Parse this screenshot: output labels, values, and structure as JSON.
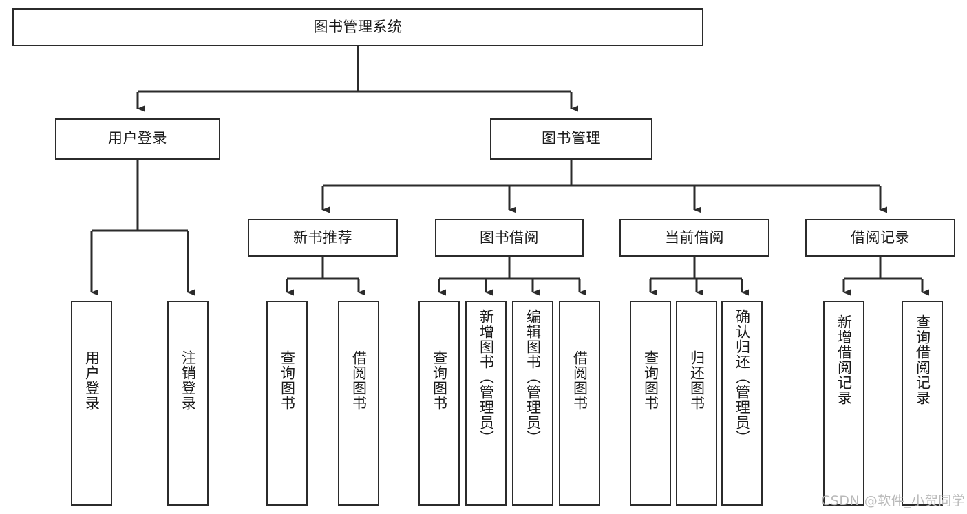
{
  "diagram": {
    "title": "图书管理系统",
    "watermark": "CSDN @软件_小贺同学",
    "line_color": "#2b2b2b",
    "box_border_color": "#2b2b2b",
    "box_fill_color": "#ffffff",
    "background_color": "#ffffff",
    "text_color": "#1a1a1a",
    "type": "tree",
    "root": {
      "id": "root",
      "label": "图书管理系统",
      "orientation": "horizontal"
    },
    "level2": [
      {
        "id": "user-login",
        "label": "用户登录",
        "orientation": "horizontal"
      },
      {
        "id": "book-manage",
        "label": "图书管理",
        "orientation": "horizontal"
      }
    ],
    "level3": [
      {
        "id": "new-book-recommend",
        "label": "新书推荐",
        "orientation": "horizontal",
        "parent": "book-manage"
      },
      {
        "id": "book-borrow",
        "label": "图书借阅",
        "orientation": "horizontal",
        "parent": "book-manage"
      },
      {
        "id": "current-borrow",
        "label": "当前借阅",
        "orientation": "horizontal",
        "parent": "book-manage"
      },
      {
        "id": "borrow-record",
        "label": "借阅记录",
        "orientation": "horizontal",
        "parent": "book-manage"
      }
    ],
    "leaves": [
      {
        "id": "leaf-user-login",
        "label": "用户登录",
        "orientation": "vertical",
        "parent": "user-login"
      },
      {
        "id": "leaf-logout-login",
        "label": "注销登录",
        "orientation": "vertical",
        "parent": "user-login"
      },
      {
        "id": "leaf-query-book-1",
        "label": "查询图书",
        "orientation": "vertical",
        "parent": "new-book-recommend"
      },
      {
        "id": "leaf-borrow-book-1",
        "label": "借阅图书",
        "orientation": "vertical",
        "parent": "new-book-recommend"
      },
      {
        "id": "leaf-query-book-2",
        "label": "查询图书",
        "orientation": "vertical",
        "parent": "book-borrow"
      },
      {
        "id": "leaf-add-book",
        "label": "新增图书（管理员）",
        "orientation": "vertical",
        "parent": "book-borrow"
      },
      {
        "id": "leaf-edit-book",
        "label": "编辑图书（管理员）",
        "orientation": "vertical",
        "parent": "book-borrow"
      },
      {
        "id": "leaf-borrow-book-2",
        "label": "借阅图书",
        "orientation": "vertical",
        "parent": "book-borrow"
      },
      {
        "id": "leaf-query-book-3",
        "label": "查询图书",
        "orientation": "vertical",
        "parent": "current-borrow"
      },
      {
        "id": "leaf-return-book",
        "label": "归还图书",
        "orientation": "vertical",
        "parent": "current-borrow"
      },
      {
        "id": "leaf-confirm-return",
        "label": "确认归还（管理员）",
        "orientation": "vertical",
        "parent": "current-borrow"
      },
      {
        "id": "leaf-add-borrow-record",
        "label": "新增借阅记录",
        "orientation": "vertical",
        "parent": "borrow-record"
      },
      {
        "id": "leaf-query-borrow-record",
        "label": "查询借阅记录",
        "orientation": "vertical",
        "parent": "borrow-record"
      }
    ]
  }
}
